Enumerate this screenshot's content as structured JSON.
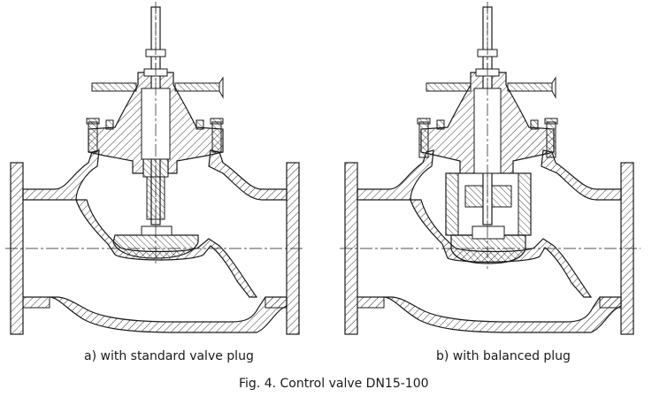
{
  "figure": {
    "caption": "Fig. 4. Control valve DN15-100",
    "panels": [
      {
        "id": "a",
        "label": "a) with standard valve plug"
      },
      {
        "id": "b",
        "label": "b) with balanced plug"
      }
    ]
  },
  "colors": {
    "line": "#1a1a1a",
    "background": "#ffffff"
  }
}
